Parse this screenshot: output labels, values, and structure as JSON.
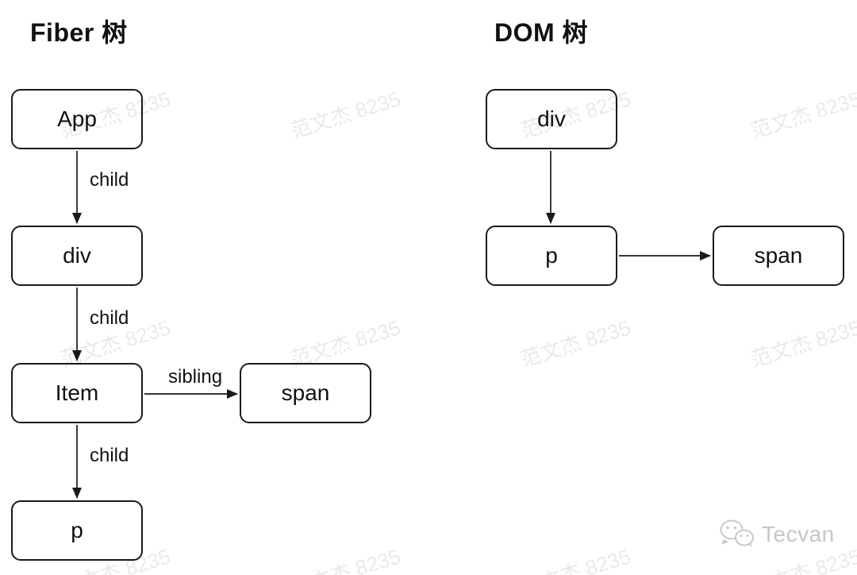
{
  "diagrams": {
    "fiber": {
      "title": "Fiber 树",
      "nodes": {
        "app": {
          "label": "App"
        },
        "div": {
          "label": "div"
        },
        "item": {
          "label": "Item"
        },
        "span": {
          "label": "span"
        },
        "p": {
          "label": "p"
        }
      },
      "edges": {
        "app_to_div": {
          "label": "child"
        },
        "div_to_item": {
          "label": "child"
        },
        "item_to_span": {
          "label": "sibling"
        },
        "item_to_p": {
          "label": "child"
        }
      }
    },
    "dom": {
      "title": "DOM 树",
      "nodes": {
        "div": {
          "label": "div"
        },
        "p": {
          "label": "p"
        },
        "span": {
          "label": "span"
        }
      }
    }
  },
  "watermark": {
    "text": "范文杰 8235"
  },
  "footer": {
    "brand": "Tecvan",
    "icon": "wechat-icon"
  },
  "colors": {
    "stroke": "#1a1a1a",
    "text": "#111111",
    "watermark": "rgba(0,0,0,0.085)",
    "brand_gray": "#c6c6c6",
    "background": "#ffffff"
  }
}
